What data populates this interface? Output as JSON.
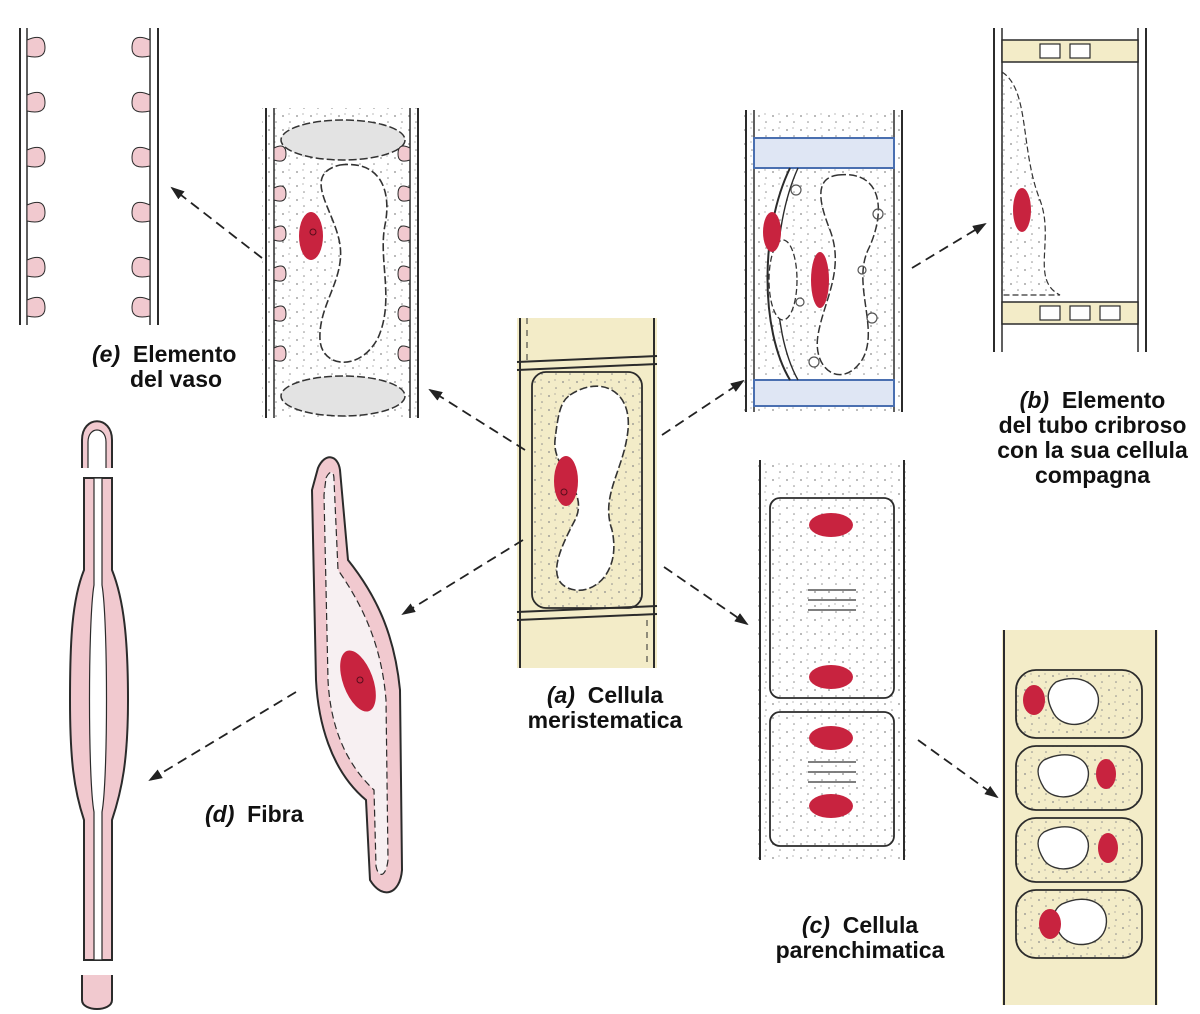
{
  "colors": {
    "wall": "#f3ecc8",
    "wall_line": "#2b2b2b",
    "lignin": "#f1c9cf",
    "nucleus": "#c8233f",
    "cytoplasm_dot": "#8a8a8a",
    "plate": "#4a6fb0",
    "vacuole_line": "#333333",
    "arrow": "#222222"
  },
  "labels": {
    "a": {
      "tag": "(a)",
      "line1": "Cellula",
      "line2": "meristematica"
    },
    "b": {
      "tag": "(b)",
      "line1": "Elemento",
      "line2": "del tubo cribroso",
      "line3": "con la sua cellula",
      "line4": "compagna"
    },
    "c": {
      "tag": "(c)",
      "line1": "Cellula",
      "line2": "parenchimatica"
    },
    "d": {
      "tag": "(d)",
      "line1": "Fibra"
    },
    "e": {
      "tag": "(e)",
      "line1": "Elemento",
      "line2": "del vaso"
    }
  }
}
